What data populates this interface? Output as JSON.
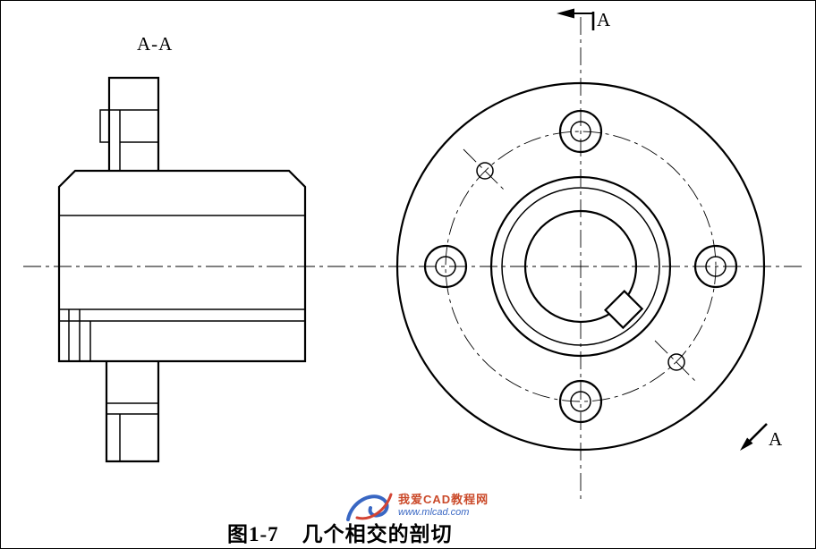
{
  "figure": {
    "section_view_label": "A-A",
    "section_arrow_top_label": "A",
    "section_arrow_bottom_label": "A",
    "caption": {
      "number": "图1-7",
      "title": "几个相交的剖切"
    },
    "watermark": {
      "site_name": "我爱CAD教程网",
      "url": "www.mlcad.com"
    }
  },
  "colors": {
    "line": "#000000",
    "background": "#ffffff",
    "watermark_primary": "#c8401e",
    "watermark_secondary": "#2f5fc0"
  }
}
